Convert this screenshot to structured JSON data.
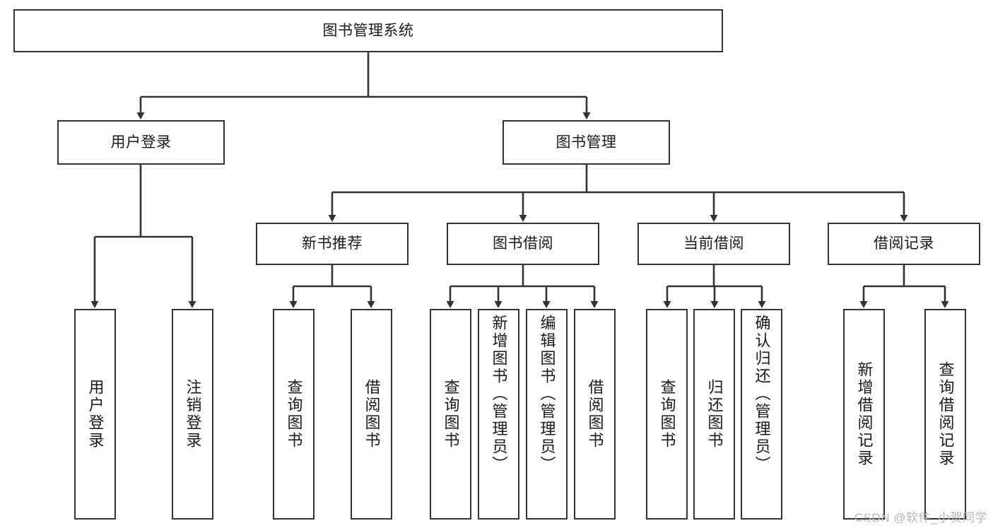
{
  "diagram": {
    "type": "tree",
    "title": "图书管理系统",
    "orientation": "top-down",
    "colors": {
      "node_border": "#333333",
      "node_fill": "#ffffff",
      "edge": "#333333",
      "text": "#1a1a1a",
      "watermark": "#b8b8b8",
      "background": "#ffffff"
    },
    "root": {
      "id": "root",
      "label": "图书管理系统"
    },
    "level2": [
      {
        "id": "user-login",
        "label": "用户登录"
      },
      {
        "id": "book-management",
        "label": "图书管理"
      }
    ],
    "level3": [
      {
        "id": "new-book-recommend",
        "label": "新书推荐",
        "parent": "book-management"
      },
      {
        "id": "book-borrow",
        "label": "图书借阅",
        "parent": "book-management"
      },
      {
        "id": "current-borrow",
        "label": "当前借阅",
        "parent": "book-management"
      },
      {
        "id": "borrow-record",
        "label": "借阅记录",
        "parent": "book-management"
      }
    ],
    "leaves": [
      {
        "id": "leaf-user-login",
        "label": "用户登录",
        "parent": "user-login"
      },
      {
        "id": "leaf-logout-login",
        "label": "注销登录",
        "parent": "user-login"
      },
      {
        "id": "leaf-query-book-1",
        "label": "查询图书",
        "parent": "new-book-recommend"
      },
      {
        "id": "leaf-borrow-book-1",
        "label": "借阅图书",
        "parent": "new-book-recommend"
      },
      {
        "id": "leaf-query-book-2",
        "label": "查询图书",
        "parent": "book-borrow"
      },
      {
        "id": "leaf-add-book",
        "label": "新增图书（管理员）",
        "parent": "book-borrow"
      },
      {
        "id": "leaf-edit-book",
        "label": "编辑图书（管理员）",
        "parent": "book-borrow"
      },
      {
        "id": "leaf-borrow-book-2",
        "label": "借阅图书",
        "parent": "book-borrow"
      },
      {
        "id": "leaf-query-book-3",
        "label": "查询图书",
        "parent": "current-borrow"
      },
      {
        "id": "leaf-return-book",
        "label": "归还图书",
        "parent": "current-borrow"
      },
      {
        "id": "leaf-confirm-return",
        "label": "确认归还（管理员）",
        "parent": "current-borrow"
      },
      {
        "id": "leaf-add-record",
        "label": "新增借阅记录",
        "parent": "borrow-record"
      },
      {
        "id": "leaf-query-record",
        "label": "查询借阅记录",
        "parent": "borrow-record"
      }
    ]
  },
  "watermark": {
    "text": "CSDN @软件_小贺同学"
  }
}
